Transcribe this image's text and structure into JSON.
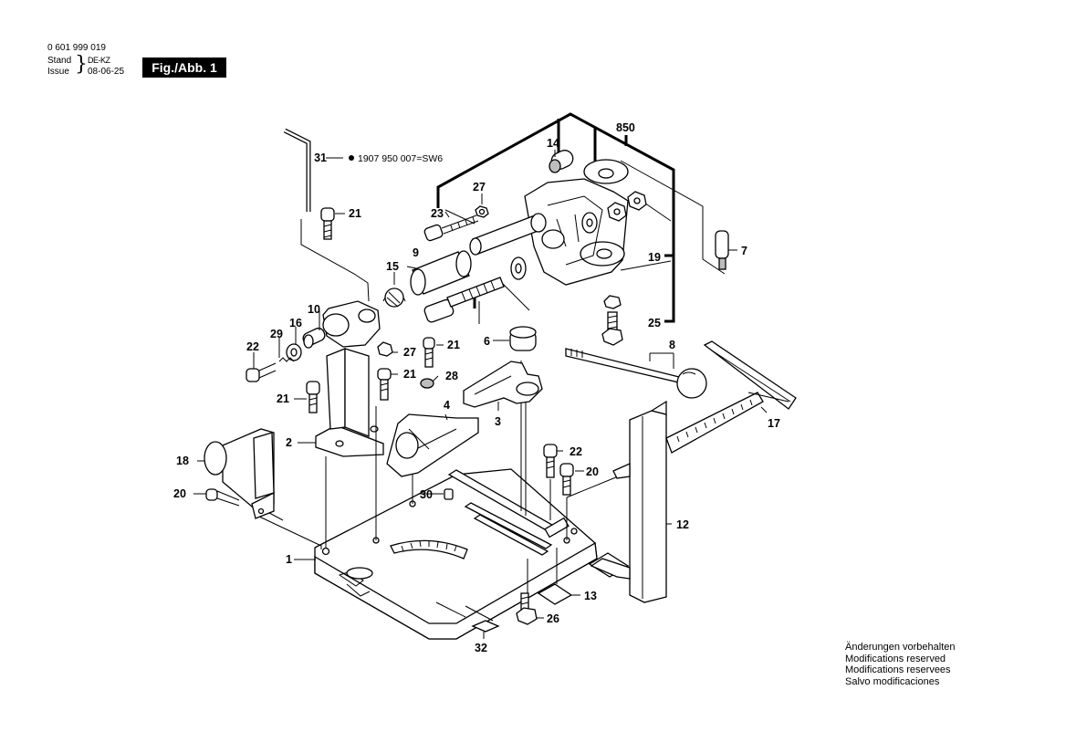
{
  "header": {
    "part_number": "0 601 999 019",
    "stand_label": "Stand",
    "issue_label": "Issue",
    "stand_value": "DE-KZ",
    "issue_value": "08-06-25",
    "figure_label": "Fig./Abb. 1"
  },
  "note_31": "1907 950 007=SW6",
  "callouts": {
    "c1": "1",
    "c2": "2",
    "c3": "3",
    "c4": "4",
    "c6": "6",
    "c7": "7",
    "c8": "8",
    "c9": "9",
    "c10": "10",
    "c12": "12",
    "c13": "13",
    "c14": "14",
    "c15": "15",
    "c16": "16",
    "c17": "17",
    "c18": "18",
    "c19": "19",
    "c20a": "20",
    "c20b": "20",
    "c21a": "21",
    "c21b": "21",
    "c21c": "21",
    "c21d": "21",
    "c22a": "22",
    "c22b": "22",
    "c23": "23",
    "c25": "25",
    "c26": "26",
    "c27a": "27",
    "c27b": "27",
    "c28": "28",
    "c29": "29",
    "c30": "30",
    "c31": "31",
    "c32": "32",
    "c850": "850"
  },
  "notice": [
    "Änderungen vorbehalten",
    "Modifications reserved",
    "Modifications reservees",
    "Salvo modificaciones"
  ]
}
